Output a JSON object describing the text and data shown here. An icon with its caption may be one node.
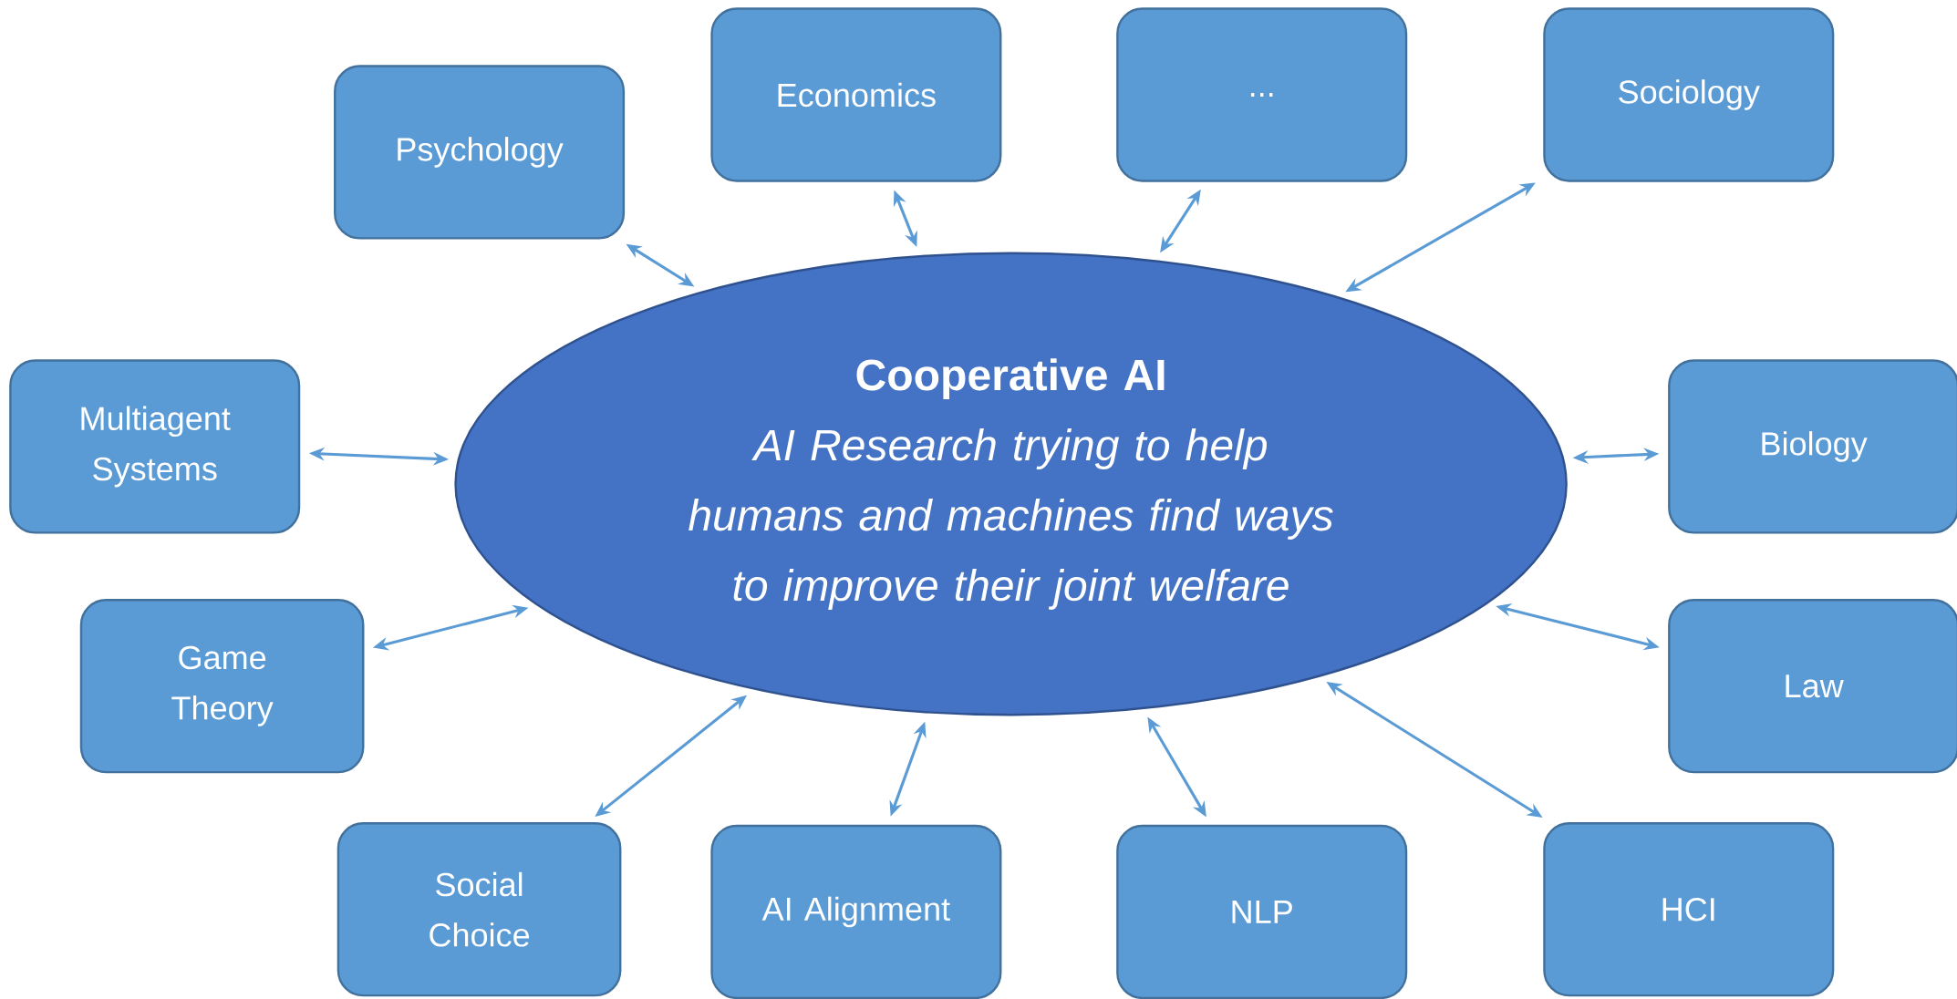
{
  "diagram": {
    "nodes": [
      {
        "text": [
          "Cooperative AI",
          "AI Research trying to help humans and machines find ways to improve their joint welfare"
        ]
      },
      {
        "text": [
          "Psychology"
        ]
      },
      {
        "text": [
          "Economics"
        ]
      },
      {
        "text": [
          "..."
        ]
      },
      {
        "text": [
          "Sociology"
        ]
      },
      {
        "text": [
          "Multiagent Systems"
        ]
      },
      {
        "text": [
          "Biology"
        ]
      },
      {
        "text": [
          "Game Theory"
        ]
      },
      {
        "text": [
          "Law"
        ]
      },
      {
        "text": [
          "Social Choice"
        ]
      },
      {
        "text": [
          "AI Alignment"
        ]
      },
      {
        "text": [
          "NLP"
        ]
      },
      {
        "text": [
          "HCI"
        ]
      }
    ],
    "edges": [
      {
        "from": 0,
        "to": 1,
        "arrow": "both"
      },
      {
        "from": 0,
        "to": 2,
        "arrow": "both"
      },
      {
        "from": 0,
        "to": 3,
        "arrow": "both"
      },
      {
        "from": 0,
        "to": 4,
        "arrow": "both"
      },
      {
        "from": 0,
        "to": 5,
        "arrow": "both"
      },
      {
        "from": 0,
        "to": 6,
        "arrow": "both"
      },
      {
        "from": 0,
        "to": 7,
        "arrow": "both"
      },
      {
        "from": 0,
        "to": 8,
        "arrow": "both"
      },
      {
        "from": 0,
        "to": 9,
        "arrow": "both"
      },
      {
        "from": 0,
        "to": 10,
        "arrow": "both"
      },
      {
        "from": 0,
        "to": 11,
        "arrow": "both"
      },
      {
        "from": 0,
        "to": 12,
        "arrow": "both"
      }
    ]
  }
}
